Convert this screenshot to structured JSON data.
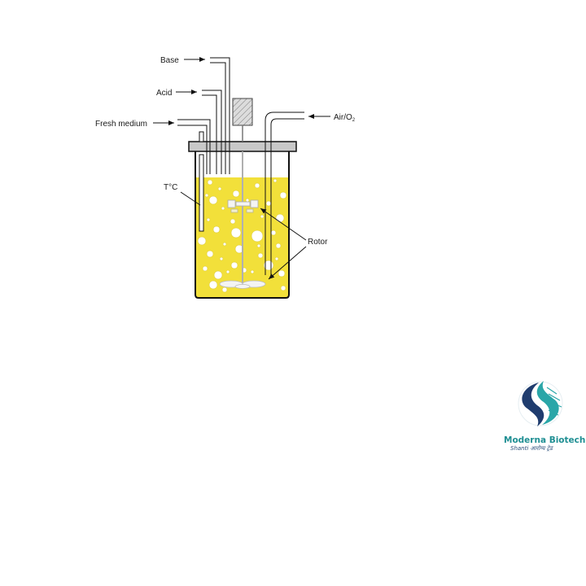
{
  "diagram": {
    "labels": {
      "base": "Base",
      "acid": "Acid",
      "fresh_medium": "Fresh medium",
      "air_o2_main": "Air/O",
      "air_o2_sub": "2",
      "temperature": "T°C",
      "rotor": "Rotor"
    },
    "colors": {
      "medium": "#f2e03a",
      "outline": "#111111",
      "lid": "#c8c8c8",
      "motor": "#d0d0d0"
    }
  },
  "logo": {
    "name": "Moderna Biotech",
    "tagline": "Shanti आरोग्य ट्रेड",
    "colors": {
      "navy": "#1f3c6e",
      "teal": "#2aa6a8"
    }
  }
}
